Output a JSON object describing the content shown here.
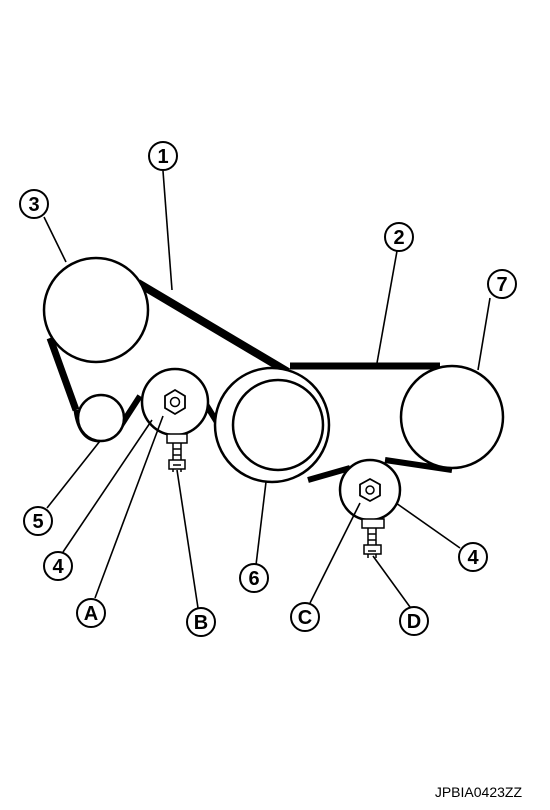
{
  "callouts": {
    "c1": "1",
    "c2": "2",
    "c3": "3",
    "c4a": "4",
    "c4b": "4",
    "c5": "5",
    "c6": "6",
    "c7": "7",
    "cA": "A",
    "cB": "B",
    "cC": "C",
    "cD": "D"
  },
  "figure_ref": "JPBIA0423ZZ"
}
